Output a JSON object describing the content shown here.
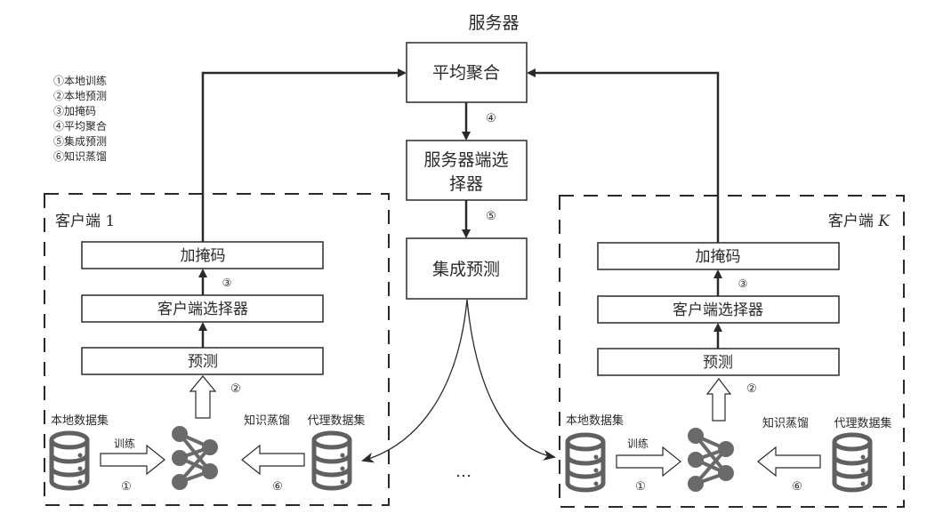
{
  "server": {
    "title": "服务器",
    "aggregate_box": "平均聚合",
    "selector_box_line1": "服务器端选",
    "selector_box_line2": "择器",
    "ensemble_box": "集成预测",
    "step_aggregate": "④",
    "step_ensemble": "⑤"
  },
  "legend": {
    "items": [
      "①本地训练",
      "②本地预测",
      "③加掩码",
      "④平均聚合",
      "⑤集成预测",
      "⑥知识蒸馏"
    ]
  },
  "client_1": {
    "title": "客户端  1",
    "mask_box": "加掩码",
    "selector_box": "客户端选择器",
    "predict_box": "预测",
    "step_mask": "③",
    "step_predict": "②",
    "local_dataset": "本地数据集",
    "proxy_dataset": "代理数据集",
    "train_label": "训练",
    "step_train": "①",
    "distill_label": "知识蒸馏",
    "step_distill": "⑥"
  },
  "client_k": {
    "title_prefix": "客户端 ",
    "title_var": "K",
    "mask_box": "加掩码",
    "selector_box": "客户端选择器",
    "predict_box": "预测",
    "step_mask": "③",
    "step_predict": "②",
    "local_dataset": "本地数据集",
    "proxy_dataset": "代理数据集",
    "train_label": "训练",
    "step_train": "①",
    "distill_label": "知识蒸馏",
    "step_distill": "⑥"
  },
  "ellipsis": "…",
  "colors": {
    "line": "#2a2a2a",
    "icon": "#606060"
  }
}
